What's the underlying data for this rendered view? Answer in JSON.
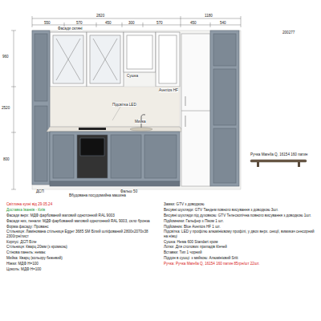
{
  "diagram": {
    "labels": [
      "200277",
      "2820",
      "550",
      "570",
      "450",
      "300",
      "570",
      "1180",
      "450",
      "540",
      "960",
      "2520",
      "800",
      "Фасади скляні",
      "Aventos HF",
      "Сушка",
      "Підсвітка LED",
      "Мийка",
      "Фальш 50",
      "ДСП",
      "Вбудована посудомийна машина",
      "Ручка Marella Q, 16154 160 патин",
      "Світлина кухні від 29.05.24",
      "Доставка Іванків - Київ",
      "Фасади верх: МДФ фарбований матовий однотонний RAL 9003",
      "Фасади низ, пенали: МДФ фарбований матовий однотонний RAL 9003, скло бронза",
      "Форма фасаду: Прованс",
      "Стільниця: Ламінована стільниця Egger 3685 SM Білий шліфований 2800x2070x38 2300грн/лист",
      "Корпус: ДСП Біле",
      "Стільниця: Кварц 20мм (з кромкою)",
      "Стінова панель: немає",
      "Мийка: Кварц (кольору бежевий)",
      "Ніжки: МДФ Н=100",
      "Цоколь: МДФ Н=100",
      "Замки: GTV з доводкою",
      "Висувні шухляди: GTV Тандем повного висування з доводкою 3шт.",
      "Висувні шухляди під духовкою: GTV Телескопічна повного висування з доводкою 1шт.",
      "Підйомники: Гальфер з Піком 1 шт.",
      "Підйомник: Blue Aventos HF 1 шт.",
      "Підсвітка: LED у профілю алюмінієвому профілі, у двох верх. секції, вимикач сенсорний на ніжці",
      "Сушка: Нема 600 Standart хром",
      "Лотки: Для столових приладів Кінчей",
      "Вставки: Тип 1 чорний",
      "Піддон в сушці: з мийкою: Алюмінієвий Sriit",
      "Ручка: Ручка Marella Q, 16154 160 патин 85грн/шт 22шт."
    ]
  }
}
